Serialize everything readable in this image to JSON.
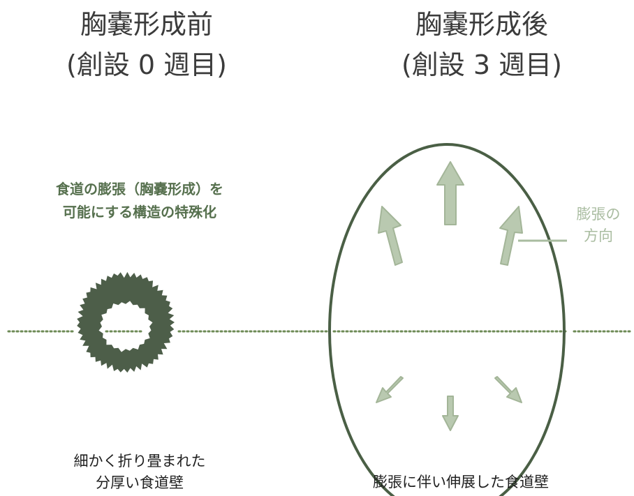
{
  "left": {
    "title_line1": "胸嚢形成前",
    "title_line2": "(創設 0 週目)",
    "feature_line1": "食道の膨張（胸嚢形成）を",
    "feature_line2": "可能にする構造の特殊化",
    "caption_line1": "細かく折り畳まれた",
    "caption_line2": "分厚い食道壁"
  },
  "right": {
    "title_line1": "胸嚢形成後",
    "title_line2": "(創設 3 週目)",
    "caption": "膨張に伴い伸展した食道壁",
    "direction_label_line1": "膨張の",
    "direction_label_line2": "方向"
  },
  "colors": {
    "dark_green": "#4d5e49",
    "outline_green": "#4a5f45",
    "light_arrow": "#b9c9b0",
    "light_arrow_stroke": "#a3b598",
    "feature_text": "#56704e",
    "dotted_line": "#6d8a55"
  }
}
